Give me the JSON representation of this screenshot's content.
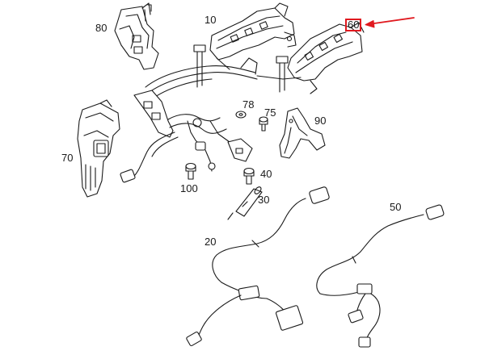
{
  "diagram": {
    "callouts": [
      {
        "id": "80",
        "text": "80"
      },
      {
        "id": "10",
        "text": "10"
      },
      {
        "id": "60",
        "text": "60",
        "highlighted": true
      },
      {
        "id": "78",
        "text": "78"
      },
      {
        "id": "75",
        "text": "75"
      },
      {
        "id": "90",
        "text": "90"
      },
      {
        "id": "70",
        "text": "70"
      },
      {
        "id": "40",
        "text": "40"
      },
      {
        "id": "100",
        "text": "100"
      },
      {
        "id": "30",
        "text": "30"
      },
      {
        "id": "50",
        "text": "50"
      },
      {
        "id": "20",
        "text": "20"
      }
    ],
    "highlight_color": "#e0191f",
    "line_color": "#1a1a1a"
  }
}
